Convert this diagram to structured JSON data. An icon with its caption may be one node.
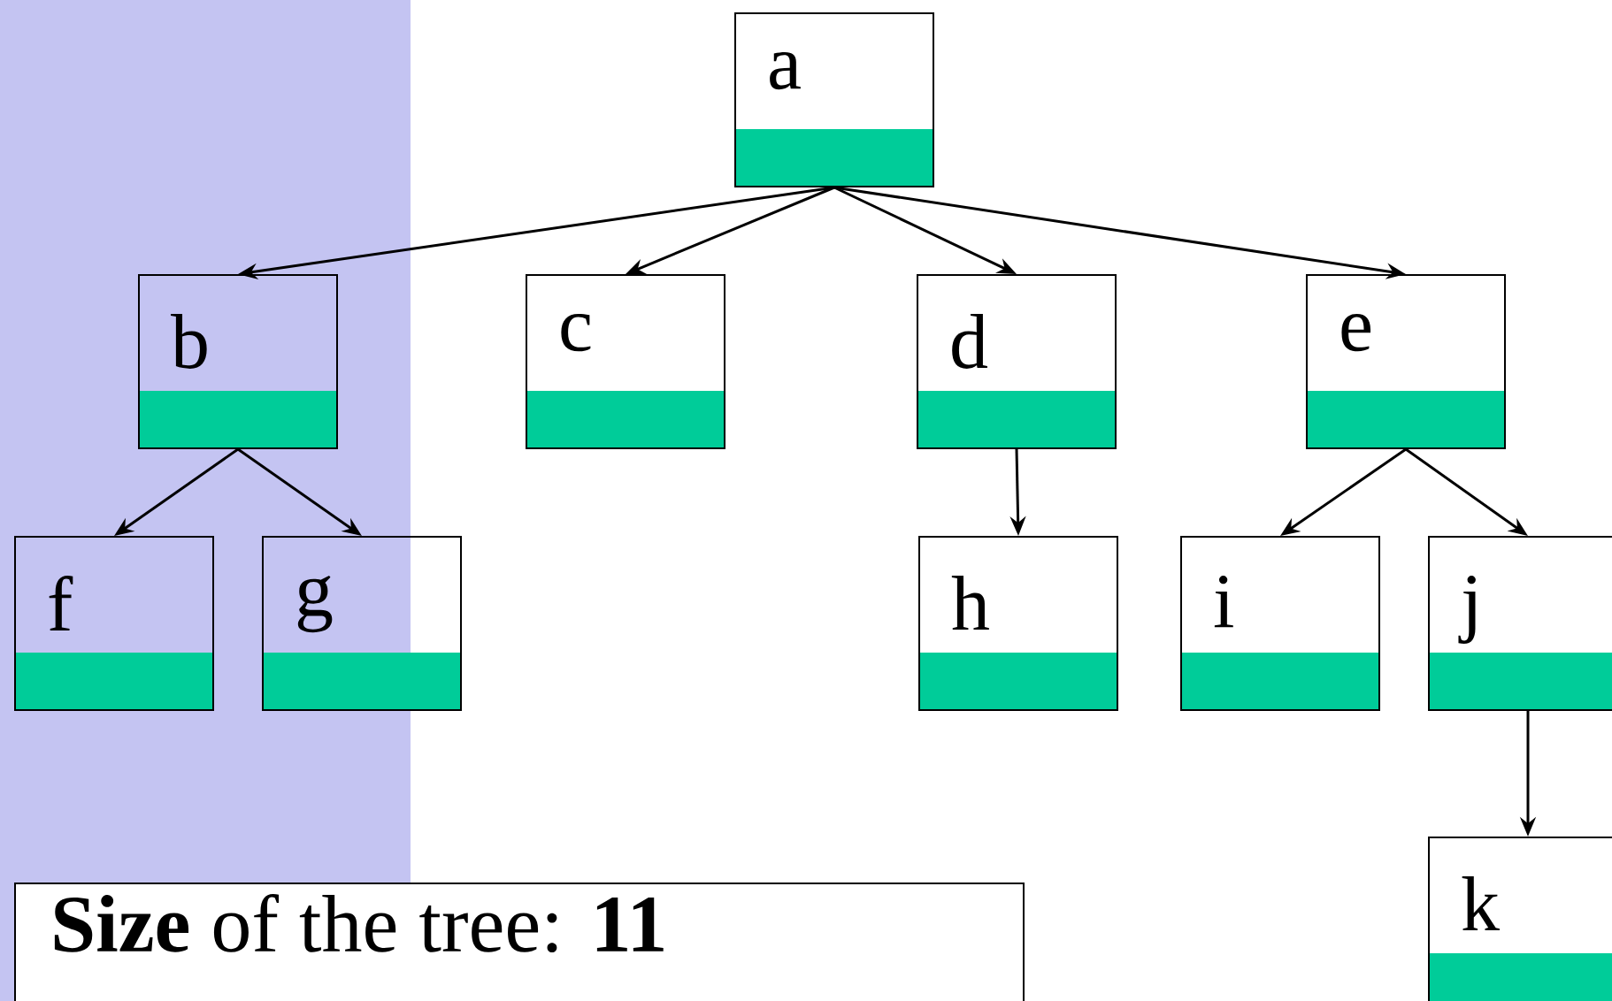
{
  "diagram": {
    "nodes": [
      {
        "text": [
          "a"
        ]
      },
      {
        "text": [
          "b"
        ]
      },
      {
        "text": [
          "c"
        ]
      },
      {
        "text": [
          "d"
        ]
      },
      {
        "text": [
          "e"
        ]
      },
      {
        "text": [
          "f"
        ]
      },
      {
        "text": [
          "g"
        ]
      },
      {
        "text": [
          "h"
        ]
      },
      {
        "text": [
          "i"
        ]
      },
      {
        "text": [
          "j"
        ]
      },
      {
        "text": [
          "k"
        ]
      },
      {
        "text": [
          "**Size** of the tree: **11**"
        ]
      }
    ],
    "edges": [
      {
        "from": 0,
        "to": 1,
        "arrow": "to"
      },
      {
        "from": 0,
        "to": 2,
        "arrow": "to"
      },
      {
        "from": 0,
        "to": 3,
        "arrow": "to"
      },
      {
        "from": 0,
        "to": 4,
        "arrow": "to"
      },
      {
        "from": 1,
        "to": 5,
        "arrow": "to"
      },
      {
        "from": 1,
        "to": 6,
        "arrow": "to"
      },
      {
        "from": 3,
        "to": 7,
        "arrow": "to"
      },
      {
        "from": 4,
        "to": 8,
        "arrow": "to"
      },
      {
        "from": 4,
        "to": 9,
        "arrow": "to"
      },
      {
        "from": 9,
        "to": 10,
        "arrow": "to"
      }
    ]
  }
}
